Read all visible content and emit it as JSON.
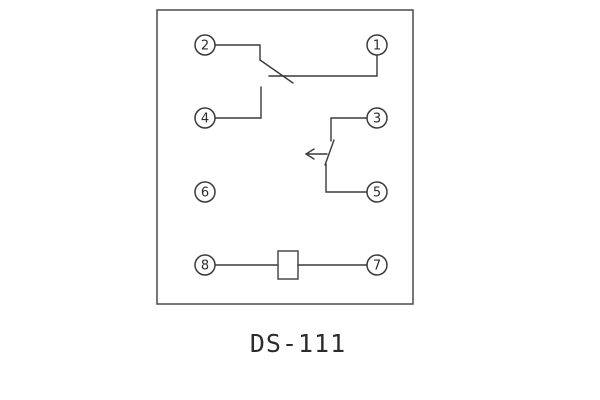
{
  "caption": "DS-111",
  "terminals": {
    "t1": {
      "label": "1"
    },
    "t2": {
      "label": "2"
    },
    "t3": {
      "label": "3"
    },
    "t4": {
      "label": "4"
    },
    "t5": {
      "label": "5"
    },
    "t6": {
      "label": "6"
    },
    "t7": {
      "label": "7"
    },
    "t8": {
      "label": "8"
    }
  },
  "colors": {
    "line": "#3a3a3a",
    "background": "#ffffff",
    "caption_text": "#2b2b2b"
  }
}
